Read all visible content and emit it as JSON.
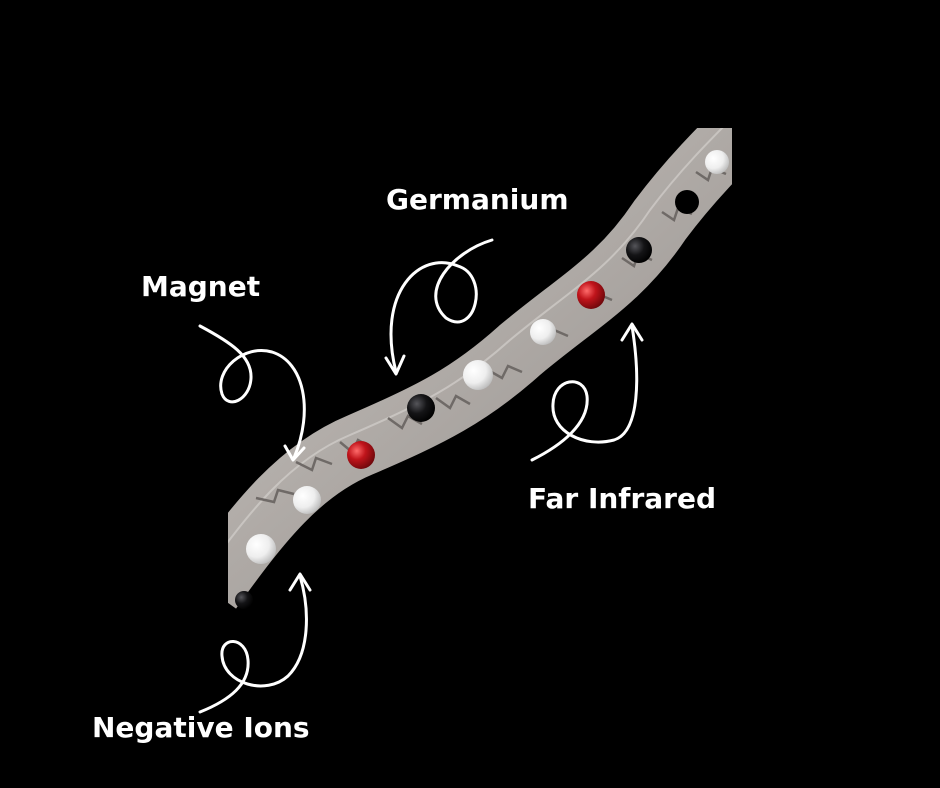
{
  "labels": {
    "germanium": "Germanium",
    "magnet": "Magnet",
    "far_infrared": "Far Infrared",
    "negative_ions": "Negative Ions"
  },
  "colors": {
    "background": "#000000",
    "label_text": "#ffffff",
    "arrow": "#ffffff",
    "band_metal": "#b3aeaa",
    "stone_red": "#c0141b",
    "stone_white": "#f1f1f1",
    "stone_black": "#121214"
  },
  "icons": {
    "arrows": [
      "curly-arrow-icon",
      "curly-arrow-icon",
      "curly-arrow-icon",
      "curly-arrow-icon"
    ]
  }
}
